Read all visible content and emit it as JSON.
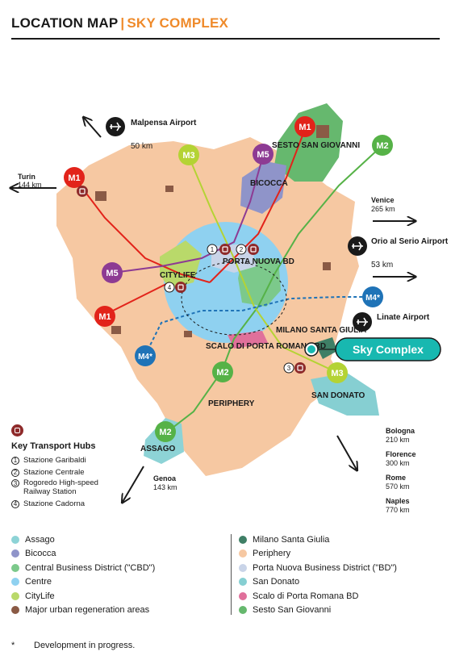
{
  "header": {
    "title": "LOCATION MAP",
    "separator": "|",
    "subtitle": "SKY COMPLEX"
  },
  "colors": {
    "periphery": "#f6c8a2",
    "centre": "#8fd1f0",
    "cbd": "#7cc98b",
    "citylife": "#b9d96a",
    "bicocca": "#8f94c9",
    "sesto": "#66b86e",
    "assago": "#8dd3d6",
    "san_donato": "#86cfd2",
    "santa_giulia": "#3f7f66",
    "romana": "#e0709b",
    "bd": "#c9d4e8",
    "regeneration": "#8a5a45",
    "m1": "#e2231a",
    "m2": "#56b247",
    "m3": "#b4d334",
    "m5": "#8d3b93",
    "m4": "#1f73b7",
    "sky": "#18b8b0",
    "accent": "#ef8a2a"
  },
  "map": {
    "metro_labels": {
      "m1": "M1",
      "m2": "M2",
      "m3": "M3",
      "m4": "M4*",
      "m5": "M5"
    },
    "areas": {
      "citylife": "CITYLIFE",
      "porta_nuova": "PORTA NUOVA BD",
      "bicocca": "BICOCCA",
      "sesto": "SESTO SAN GIOVANNI",
      "santa_giulia": "MILANO SANTA GIULIA",
      "romana": "SCALO DI PORTA ROMANA BD",
      "periphery": "PERIPHERY",
      "san_donato": "SAN DONATO",
      "assago": "ASSAGO"
    },
    "destinations": {
      "malpensa_name": "Malpensa Airport",
      "malpensa_dist": "50 km",
      "turin_name": "Turin",
      "turin_dist": "144 km",
      "venice_name": "Venice",
      "venice_dist": "265 km",
      "orio_name": "Orio al Serio Airport",
      "orio_dist": "53 km",
      "linate_name": "Linate Airport",
      "genoa_name": "Genoa",
      "genoa_dist": "143 km",
      "bologna_name": "Bologna",
      "bologna_dist": "210 km",
      "florence_name": "Florence",
      "florence_dist": "300 km",
      "rome_name": "Rome",
      "rome_dist": "570 km",
      "naples_name": "Naples",
      "naples_dist": "770 km"
    },
    "sky_complex_label": "Sky Complex",
    "hub_numbers": [
      "1",
      "2",
      "3",
      "4"
    ]
  },
  "hubs": {
    "title": "Key Transport Hubs",
    "items": [
      {
        "num": "1",
        "label": "Stazione Garibaldi"
      },
      {
        "num": "2",
        "label": "Stazione Centrale"
      },
      {
        "num": "3",
        "label": "Rogoredo High-speed Railway Station"
      },
      {
        "num": "4",
        "label": "Stazione Cadorna"
      }
    ]
  },
  "legend": {
    "left": [
      {
        "label": "Assago",
        "color": "#8dd3d6"
      },
      {
        "label": "Bicocca",
        "color": "#8f94c9"
      },
      {
        "label": "Central Business District (\"CBD\")",
        "color": "#7cc98b"
      },
      {
        "label": "Centre",
        "color": "#8fd1f0"
      },
      {
        "label": "CityLife",
        "color": "#b9d96a"
      },
      {
        "label": "Major urban regeneration areas",
        "color": "#8a5a45"
      }
    ],
    "right": [
      {
        "label": "Milano Santa Giulia",
        "color": "#3f7f66"
      },
      {
        "label": "Periphery",
        "color": "#f6c8a2"
      },
      {
        "label": "Porta Nuova Business District (\"BD\")",
        "color": "#c9d4e8"
      },
      {
        "label": "San Donato",
        "color": "#86cfd2"
      },
      {
        "label": "Scalo di Porta Romana BD",
        "color": "#e0709b"
      },
      {
        "label": "Sesto San Giovanni",
        "color": "#66b86e"
      }
    ]
  },
  "footnote": {
    "marker": "*",
    "text": "Development in progress."
  }
}
